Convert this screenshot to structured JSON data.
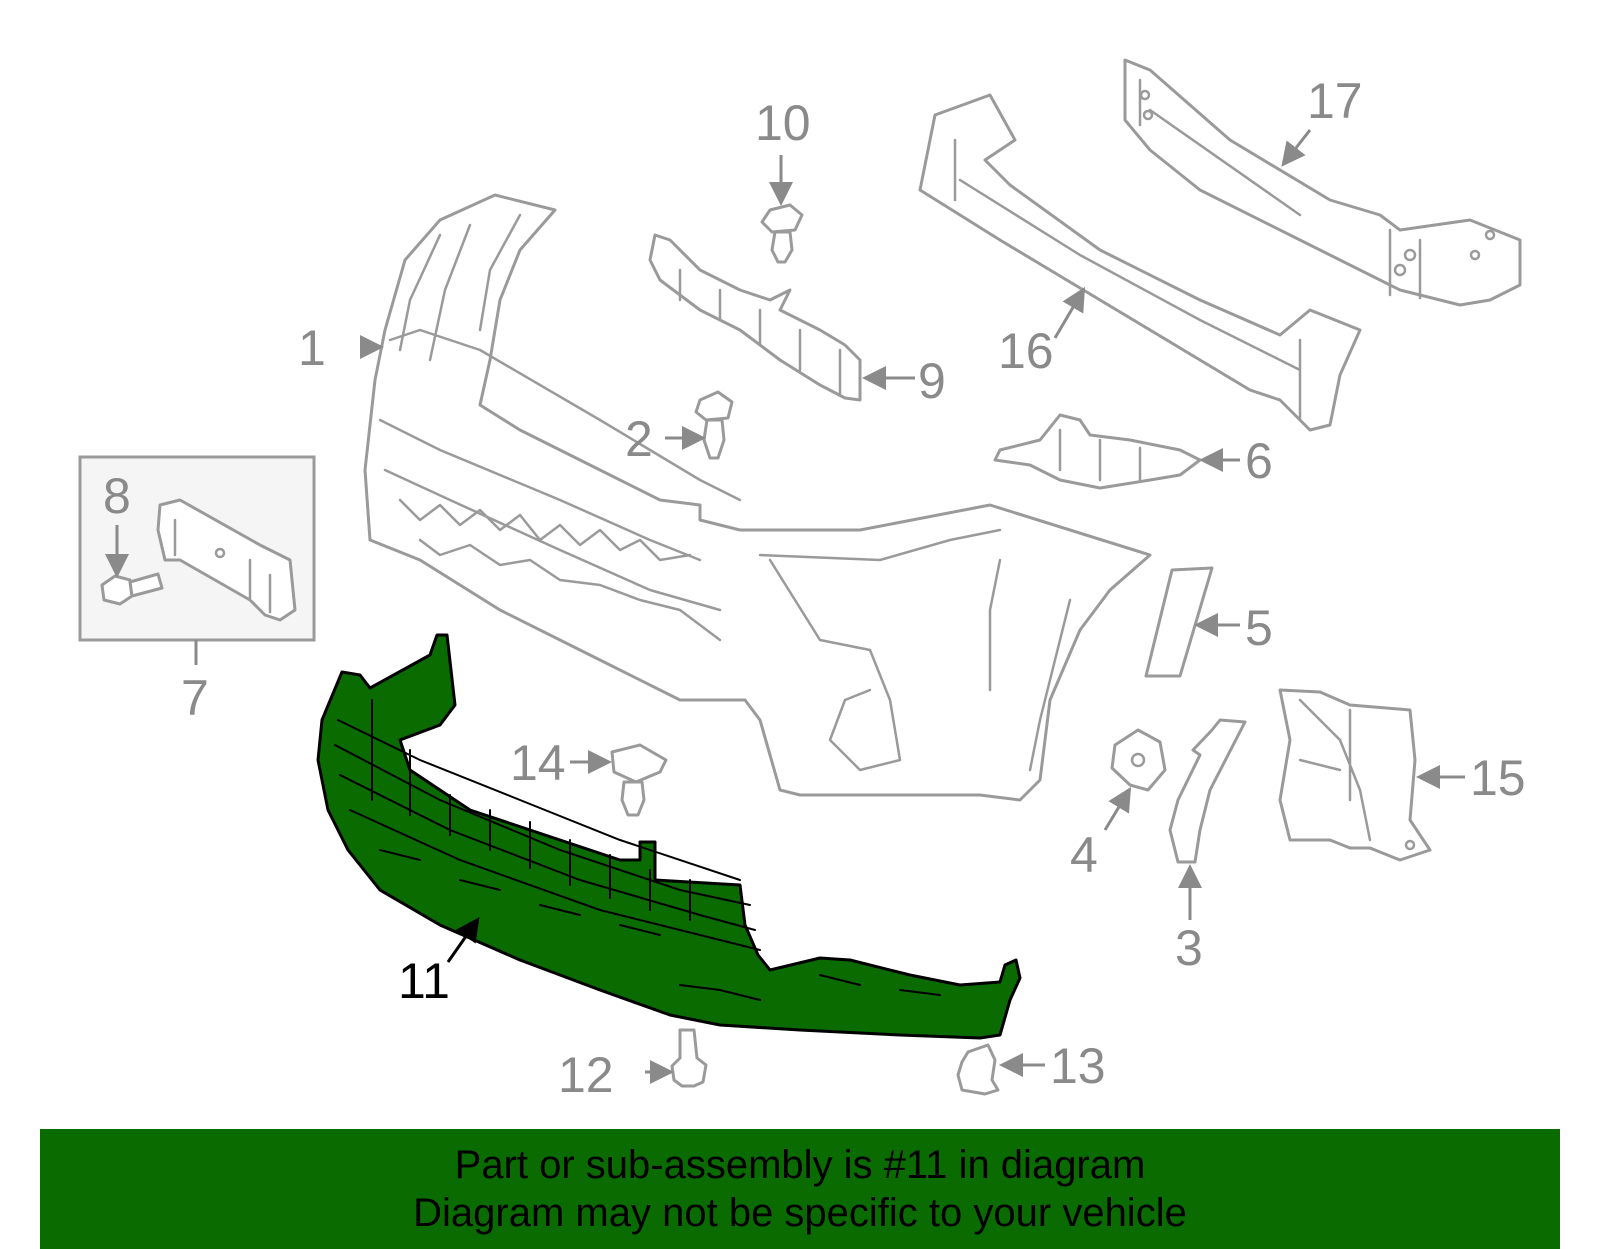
{
  "colors": {
    "highlight": "#0a6b00",
    "line": "#9a9a9a",
    "label": "#8a8a8a"
  },
  "callouts": [
    "1",
    "2",
    "3",
    "4",
    "5",
    "6",
    "7",
    "8",
    "9",
    "10",
    "11",
    "12",
    "13",
    "14",
    "15",
    "16",
    "17"
  ],
  "highlighted_part": "11",
  "banner": {
    "line1": "Part or sub-assembly is #11 in diagram",
    "line2": "Diagram may not be specific to your vehicle"
  }
}
